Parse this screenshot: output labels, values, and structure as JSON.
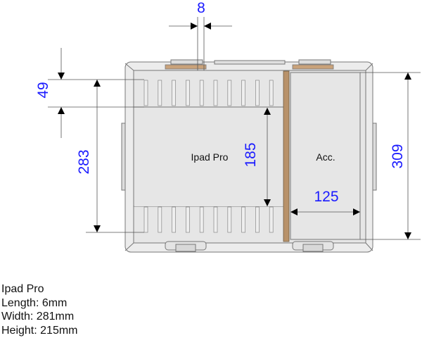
{
  "drawing": {
    "compartments": {
      "main_label": "Ipad Pro",
      "side_label": "Acc."
    },
    "dimensions": {
      "divider_gap": "8",
      "top_offset": "49",
      "inner_height": "283",
      "ipad_height": "185",
      "acc_width": "125",
      "acc_height": "309"
    },
    "colors": {
      "dimension_text": "#1a1aff",
      "divider": "#b8926a",
      "case_fill": "#e6e6e6"
    }
  },
  "notes": {
    "title": "Ipad Pro",
    "length": "Length: 6mm",
    "width": "Width: 281mm",
    "height": "Height: 215mm"
  }
}
